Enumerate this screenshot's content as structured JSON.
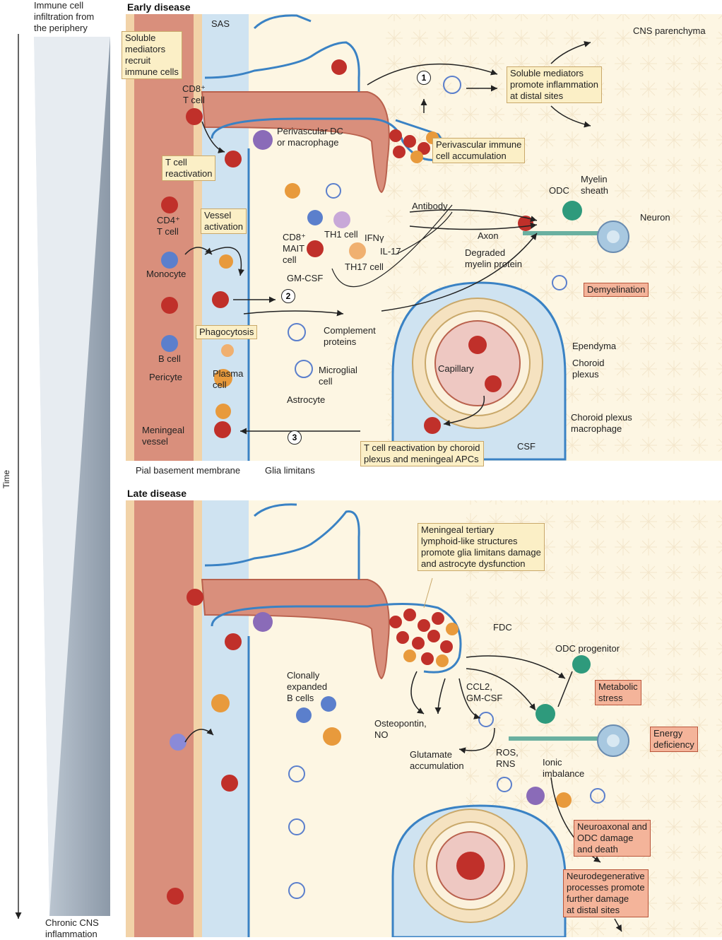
{
  "left_axis": {
    "top_label": "Immune cell\ninfiltration from\nthe periphery",
    "bottom_label": "Chronic CNS\ninflammation",
    "time_label": "Time"
  },
  "early": {
    "title": "Early disease",
    "labels": {
      "sas": "SAS",
      "cns_parenchyma": "CNS parenchyma",
      "soluble_recruit": "Soluble\nmediators\nrecruit\nimmune cells",
      "soluble_distal": "Soluble mediators\npromote inflammation\nat distal sites",
      "cd8_tcell": "CD8⁺\nT cell",
      "perivascular_dc": "Perivascular DC\nor macrophage",
      "perivascular_accum": "Perivascular immune\ncell accumulation",
      "tcell_reactivation": "T cell\nreactivation",
      "cd4_tcell": "CD4⁺\nT cell",
      "vessel_activation": "Vessel\nactivation",
      "antibody": "Antibody",
      "odc": "ODC",
      "myelin_sheath": "Myelin\nsheath",
      "neuron": "Neuron",
      "cd8_mait": "CD8⁺\nMAIT\ncell",
      "th1": "TH1 cell",
      "ifn": "IFNγ",
      "il17": "IL-17",
      "th17": "TH17 cell",
      "gmcsf": "GM-CSF",
      "axon": "Axon",
      "degraded_myelin": "Degraded\nmyelin protein",
      "monocyte": "Monocyte",
      "demyelination": "Demyelination",
      "phagocytosis": "Phagocytosis",
      "complement": "Complement\nproteins",
      "bcell": "B cell",
      "ependyma": "Ependyma",
      "pericyte": "Pericyte",
      "plasma_cell": "Plasma\ncell",
      "microglial_cell": "Microglial\ncell",
      "capillary": "Capillary",
      "choroid_plexus": "Choroid\nplexus",
      "astrocyte": "Astrocyte",
      "choroid_macrophage": "Choroid plexus\nmacrophage",
      "meningeal_vessel": "Meningeal\nvessel",
      "tcell_reactivation_choroid": "T cell reactivation by choroid\nplexus and meningeal APCs",
      "csf": "CSF",
      "pial_membrane": "Pial basement membrane",
      "glia_limitans": "Glia limitans",
      "step1": "1",
      "step2": "2",
      "step3": "3"
    }
  },
  "late": {
    "title": "Late disease",
    "labels": {
      "meningeal_tertiary": "Meningeal tertiary\nlymphoid-like structures\npromote glia limitans damage\nand astrocyte dysfunction",
      "fdc": "FDC",
      "odc_progenitor": "ODC progenitor",
      "clonally_expanded": "Clonally\nexpanded\nB cells",
      "ccl2": "CCL2,\nGM-CSF",
      "metabolic_stress": "Metabolic\nstress",
      "osteopontin": "Osteopontin,\nNO",
      "energy_deficiency": "Energy\ndeficiency",
      "glutamate": "Glutamate\naccumulation",
      "ros": "ROS,\nRNS",
      "ionic": "Ionic\nimbalance",
      "neuroaxonal": "Neuroaxonal and\nODC damage\nand death",
      "neurodegenerative": "Neurodegenerative\nprocesses promote\nfurther damage\nat distal sites"
    }
  },
  "colors": {
    "vessel": "#d98f7c",
    "vessel_dark": "#b9614d",
    "csf": "#cfe3f1",
    "csf_border": "#3a82c4",
    "parenchyma": "#fdf6e3",
    "cell_red": "#c0302a",
    "cell_orange": "#e89a3c",
    "cell_blue": "#5b7fcc",
    "cell_purple": "#8a6bb8",
    "cell_teal": "#2e9a7c",
    "neuron": "#a8c8e0",
    "label_box": "#fbefc6",
    "alert_box": "#f4b49a",
    "wedge_dark": "#8e9aa8",
    "wedge_light": "#ffffff"
  }
}
